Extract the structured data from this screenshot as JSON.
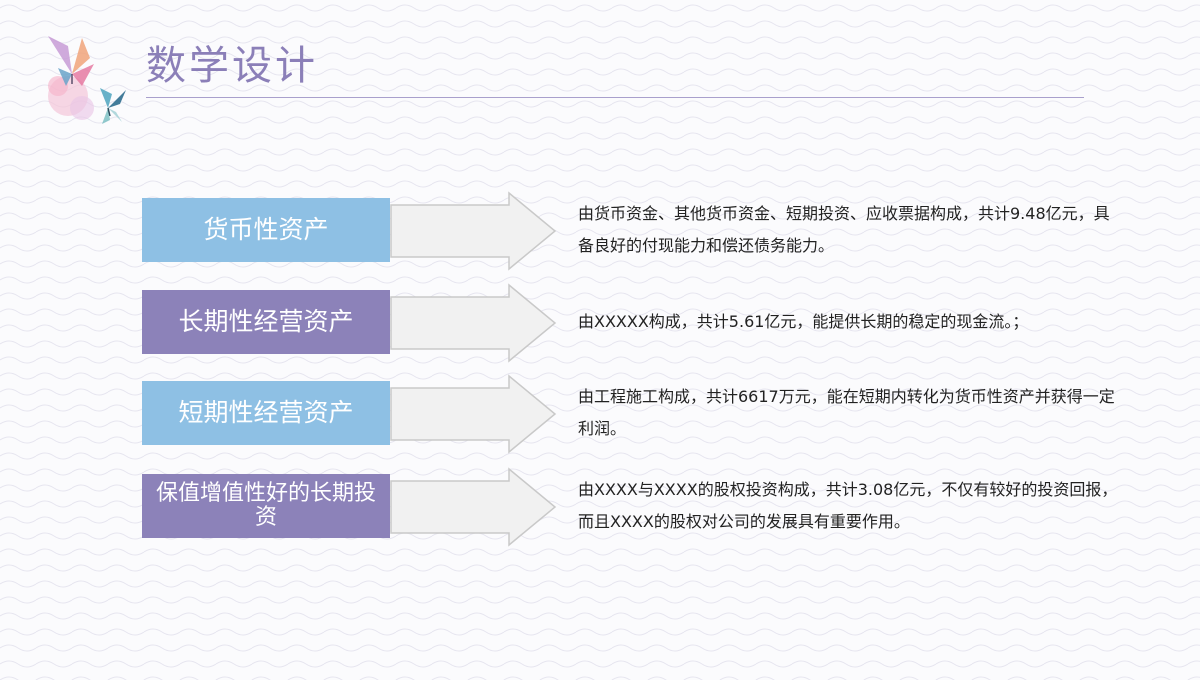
{
  "header": {
    "title": "数学设计",
    "art_icon": "butterfly-icon"
  },
  "items": [
    {
      "label": "货币性资产",
      "color": "#8ec0e4",
      "description": "由货币资金、其他货币资金、短期投资、应收票据构成，共计9.48亿元，具备良好的付现能力和偿还债务能力。"
    },
    {
      "label": "长期性经营资产",
      "color": "#8c82b9",
      "description": "由XXXXX构成，共计5.61亿元，能提供长期的稳定的现金流。；"
    },
    {
      "label": "短期性经营资产",
      "color": "#8ec0e4",
      "description": "由工程施工构成，共计6617万元，能在短期内转化为货币性资产并获得一定利润。"
    },
    {
      "label": "保值增值性好的长期投资",
      "color": "#8c82b9",
      "description": "由XXXX与XXXX的股权投资构成，共计3.08亿元，不仅有较好的投资回报，而且XXXX的股权对公司的发展具有重要作用。"
    }
  ],
  "colors": {
    "accent_blue": "#8ec0e4",
    "accent_purple": "#8c82b9",
    "title_color": "#8b7fb8",
    "arrow_fill": "#f1f1f1",
    "arrow_stroke": "#c9c9c9"
  }
}
